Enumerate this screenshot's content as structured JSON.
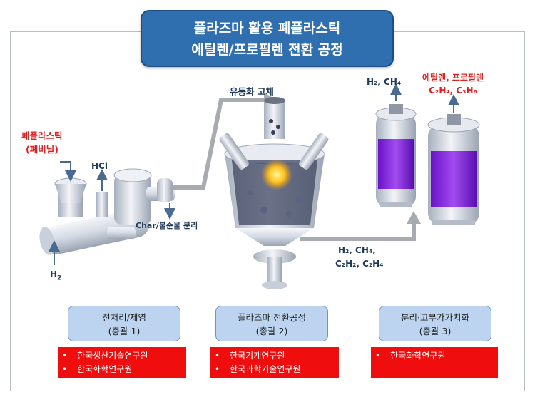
{
  "title": {
    "line1": "플라즈마 활용 폐플라스틱",
    "line2": "에틸렌/프로필렌 전환 공정"
  },
  "labels": {
    "feed_line1": "폐플라스틱",
    "feed_line2": "(폐비닐)",
    "hcl": "HCl",
    "h2_in": "H",
    "h2_in_sub": "2",
    "char": "Char/불순물 분리",
    "fluidized": "유동화 고체",
    "top_gas": "H₂, CH₄",
    "products_line1": "에틸렌, 프로필렌",
    "products_line2": "C₂H₄, C₃H₆",
    "mid_gas_line1": "H₂, CH₄,",
    "mid_gas_line2": "C₂H₂, C₂H₄"
  },
  "stages": [
    {
      "name": "전처리/제염",
      "lead": "(총괄 1)"
    },
    {
      "name": "플라즈마 전환공정",
      "lead": "(총괄 2)"
    },
    {
      "name": "분리·고부가가치화",
      "lead": "(총괄 3)"
    }
  ],
  "orgs": [
    {
      "items": [
        "한국생산기술연구원",
        "한국화학연구원"
      ]
    },
    {
      "items": [
        "한국기계연구원",
        "한국과학기술연구원"
      ]
    },
    {
      "items": [
        "한국화학연구원"
      ]
    }
  ],
  "colors": {
    "title_bg": "#2f6fb0",
    "stage_bg": "#bcd4f0",
    "org_bg": "#f00d0d",
    "product_text": "#e02020",
    "column_liquid": "#8a2be2"
  }
}
